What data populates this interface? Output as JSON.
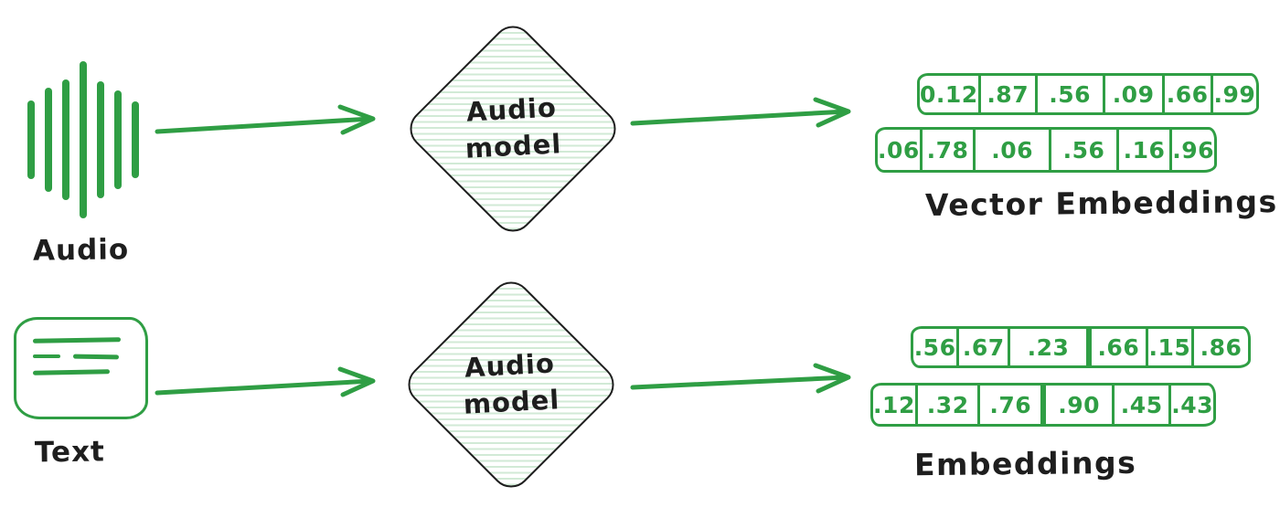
{
  "colors": {
    "green": "#2f9e44",
    "ink": "#1e1e1e"
  },
  "icons": {
    "audio_input": "audio-waveform-icon",
    "text_input": "text-document-icon"
  },
  "audio_flow": {
    "input_label": "Audio",
    "model": {
      "line1": "Audio",
      "line2": "model"
    },
    "vectors": {
      "row1": [
        "0.12",
        ".87",
        ".56",
        ".09",
        ".66",
        ".99"
      ],
      "row2": [
        ".06",
        ".78",
        ".06",
        ".56",
        ".16",
        ".96"
      ]
    },
    "caption": "Vector Embeddings"
  },
  "text_flow": {
    "input_label": "Text",
    "model": {
      "line1": "Audio",
      "line2": "model"
    },
    "vectors": {
      "row1": [
        ".56",
        ".67",
        ".23",
        ".66",
        ".15",
        ".86"
      ],
      "row2": [
        ".12",
        ".32",
        ".76",
        ".90",
        ".45",
        ".43"
      ]
    },
    "caption": "Embeddings"
  }
}
